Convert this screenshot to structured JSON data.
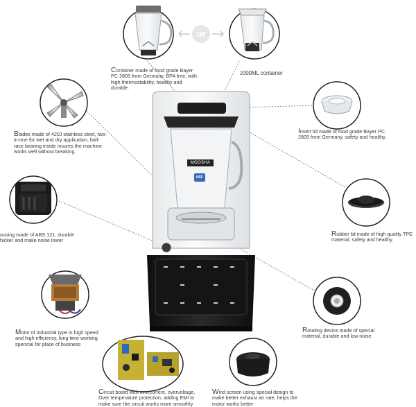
{
  "or_label": "or",
  "captions": {
    "container_pc": "Container made of food grade Bayer PC 2805 from Germany, BPA free, with high thermostability, healthy and durable.",
    "container_2000ml": "2000ML container",
    "insert_lid": "Insert lid made of food grade Bayer PC 2805 from Germany, safety and healthy.",
    "blades": "Blades made of 420J stainless steel, two-in-one for wet and dry application, ball-race bearing inside insures the machine works well without breaking.",
    "rubber_lid": "Rubber lid made of high quality TPE material, safety and healthy.",
    "housing": "ousing made of ABS 121, durable hicker and make noise lower",
    "rotating_device": "Rotating device made of special material, durable and low noise.",
    "motor": "Motor of industrial type in high speed and high efficiency, long time working spencial for place of business",
    "circuit_board": "Circuit board with overcurrent, overvoltage, Over temperature protection, adding EMI to make sure the circuit works more smoothly",
    "wind_screen": "Wind screen using special design to make better exhaust air rate, helps the motor works better"
  },
  "brand": {
    "logo": "MOOSHA",
    "cert": "NSF"
  },
  "icon_names": [
    "container-jar-icon",
    "container-jar-2000ml-icon",
    "blade-icon",
    "insert-lid-icon",
    "rubber-lid-icon",
    "housing-base-icon",
    "motor-icon",
    "rotating-device-icon",
    "circuit-board-icon",
    "wind-screen-icon"
  ],
  "colors": {
    "leader_line": "#8a8a8a",
    "circle_border": "#222222",
    "blender_body": "#1e1e1e",
    "control_panel": "#151515"
  }
}
